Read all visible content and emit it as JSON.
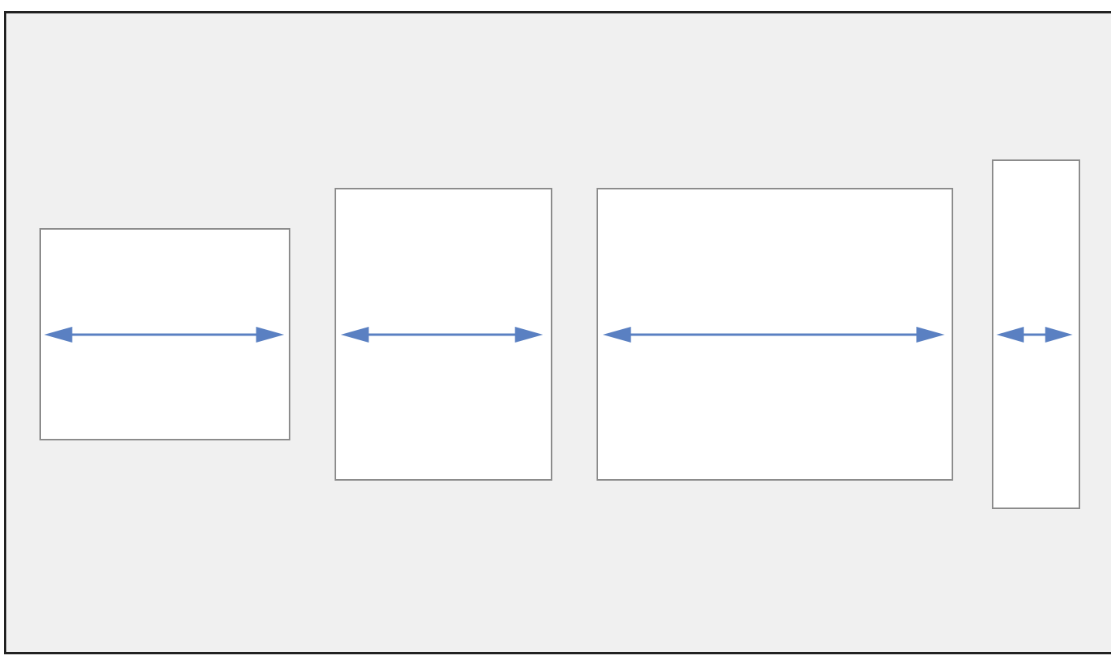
{
  "diagram": {
    "description_items": [
      {
        "name": "flex-item-1"
      },
      {
        "name": "flex-item-2"
      },
      {
        "name": "flex-item-3"
      },
      {
        "name": "flex-item-4"
      }
    ]
  },
  "colors": {
    "container_border": "#222222",
    "container_background": "#f0f0f0",
    "item_border": "#8c8c8c",
    "item_background": "#ffffff",
    "arrow": "#5a80c2"
  },
  "icons": {
    "arrow": "double-headed-horizontal-arrow-icon"
  }
}
